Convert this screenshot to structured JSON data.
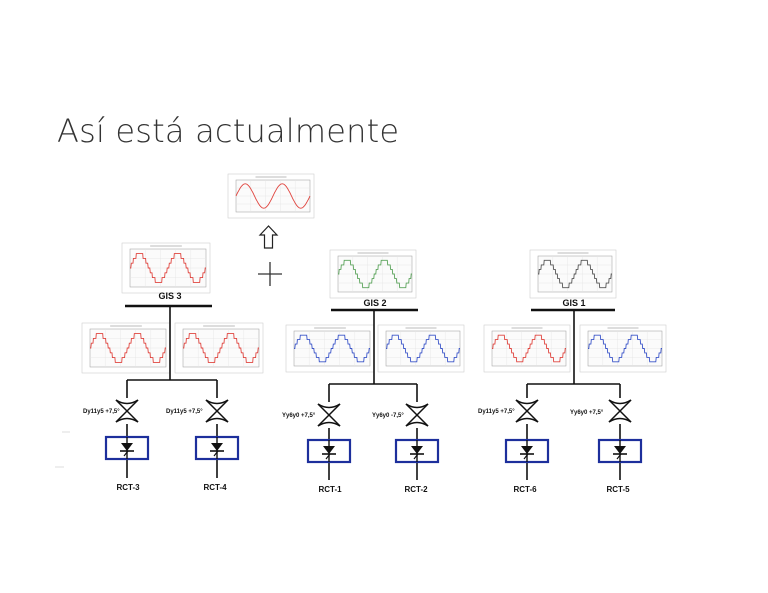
{
  "slide": {
    "title": "Así está actualmente"
  },
  "colors": {
    "thyristor_box": "#1d2f9c",
    "wave_red": "#e0453f",
    "wave_blue": "#3b55c9",
    "wave_green": "#5ba35b",
    "wave_gray": "#555555",
    "line": "#111111"
  },
  "icons": {
    "up_arrow": "up-arrow-icon",
    "sum": "plus-icon",
    "thyristor": "thyristor-icon",
    "transformer": "transformer-icon"
  },
  "buses": [
    {
      "id": "gis3",
      "label": "GIS 3"
    },
    {
      "id": "gis2",
      "label": "GIS 2"
    },
    {
      "id": "gis1",
      "label": "GIS 1"
    }
  ],
  "transformers": [
    {
      "label": "Dy11y5 +7,5°"
    },
    {
      "label": "Dy11y5 +7,5°"
    },
    {
      "label": "Yy6y0 +7,5°"
    },
    {
      "label": "Yy6y0 -7,5°"
    },
    {
      "label": "Dy11y5 +7,5°"
    },
    {
      "label": "Yy6y0 +7,5°"
    }
  ],
  "rectifiers": [
    {
      "label": "RCT-3"
    },
    {
      "label": "RCT-4"
    },
    {
      "label": "RCT-1"
    },
    {
      "label": "RCT-2"
    },
    {
      "label": "RCT-6"
    },
    {
      "label": "RCT-5"
    }
  ]
}
